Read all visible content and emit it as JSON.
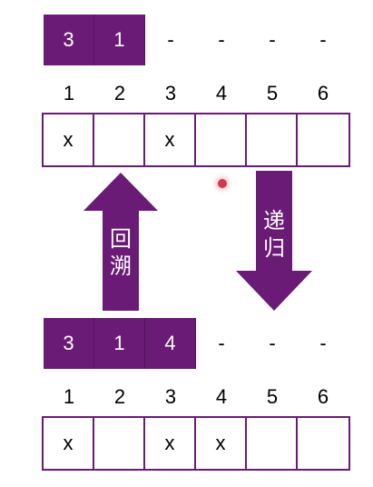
{
  "top_sequence": {
    "cells": [
      "3",
      "1",
      "-",
      "-",
      "-",
      "-"
    ],
    "filled_count": 2
  },
  "top_indices": [
    "1",
    "2",
    "3",
    "4",
    "5",
    "6"
  ],
  "top_board": [
    "x",
    "",
    "x",
    "",
    "",
    ""
  ],
  "arrow_up_label": [
    "回",
    "溯"
  ],
  "arrow_down_label": [
    "递",
    "归"
  ],
  "bottom_sequence": {
    "cells": [
      "3",
      "1",
      "4",
      "-",
      "-",
      "-"
    ],
    "filled_count": 3
  },
  "bottom_indices": [
    "1",
    "2",
    "3",
    "4",
    "5",
    "6"
  ],
  "bottom_board": [
    "x",
    "",
    "x",
    "x",
    "",
    ""
  ],
  "colors": {
    "accent": "#6a1b75",
    "pointer": "#d23a4a"
  }
}
